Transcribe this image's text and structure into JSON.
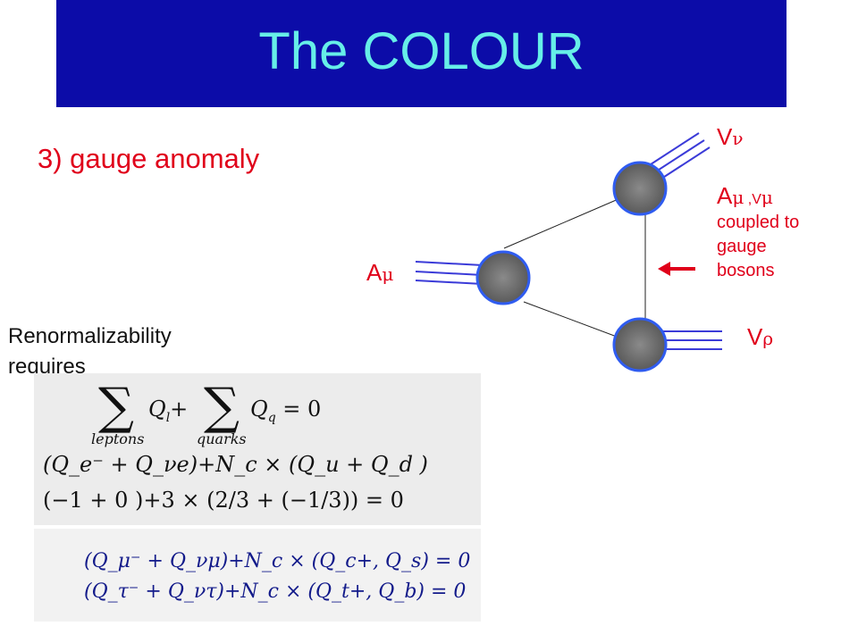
{
  "header": {
    "title": "The COLOUR"
  },
  "section": {
    "heading": "3)  gauge anomaly"
  },
  "renorm_text": "Renormalizability requires",
  "diagram": {
    "label_top": "V",
    "label_top_sub": "ν",
    "label_left": "A",
    "label_left_sub": "μ",
    "label_bottom": "V",
    "label_bottom_sub": "ρ",
    "coupled_head_a": "A",
    "coupled_head_a_sub": "μ",
    "coupled_head_sep": " ,V",
    "coupled_head_v_sub": "μ",
    "coupled_lines": [
      "coupled to",
      "gauge",
      "bosons"
    ]
  },
  "equations": {
    "sum_sign_1": "∑",
    "sum_sign_2": "∑",
    "sum_under_1": "leptons",
    "sum_under_2": "quarks",
    "line1": "Q",
    "line1_text": "Q_l +      Q_q = 0",
    "line1_a": "Q",
    "line1_a_sub": "l",
    "line1_plus": "+",
    "line1_b": "Q",
    "line1_b_sub": "q",
    "line1_eq": "= 0",
    "line2": "(Q_e⁻ + Q_νe)+N_c × (Q_u   +     Q_d )",
    "line3": "(−1  +   0  )+3  × (2/3 + (−1/3)) = 0",
    "line4": "(Q_μ⁻ + Q_νμ)+N_c × (Q_c+, Q_s) = 0",
    "line5": "(Q_τ⁻ + Q_ντ)+N_c × (Q_t+, Q_b) = 0"
  },
  "colors": {
    "header_bg": "#0c0ca8",
    "title": "#66eee8",
    "accent_red": "#e0001a",
    "vertex_fill": "#6e6e6e",
    "vertex_ring": "#2f5cf0",
    "boson_line": "#3b3bd8"
  }
}
